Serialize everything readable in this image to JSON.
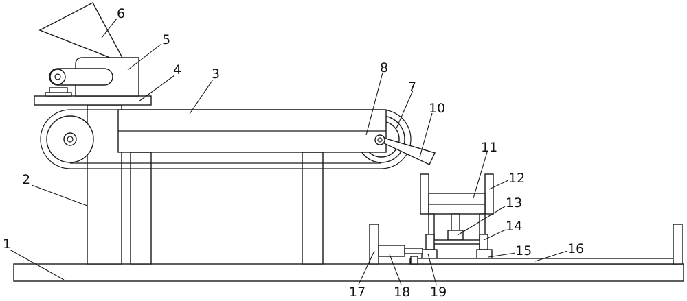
{
  "drawing": {
    "stroke_color": "#1a1a1a",
    "background": "#ffffff"
  },
  "labels": {
    "l1": "1",
    "l2": "2",
    "l3": "3",
    "l4": "4",
    "l5": "5",
    "l6": "6",
    "l7": "7",
    "l8": "8",
    "l10": "10",
    "l11": "11",
    "l12": "12",
    "l13": "13",
    "l14": "14",
    "l15": "15",
    "l16": "16",
    "l17": "17",
    "l18": "18",
    "l19": "19"
  }
}
